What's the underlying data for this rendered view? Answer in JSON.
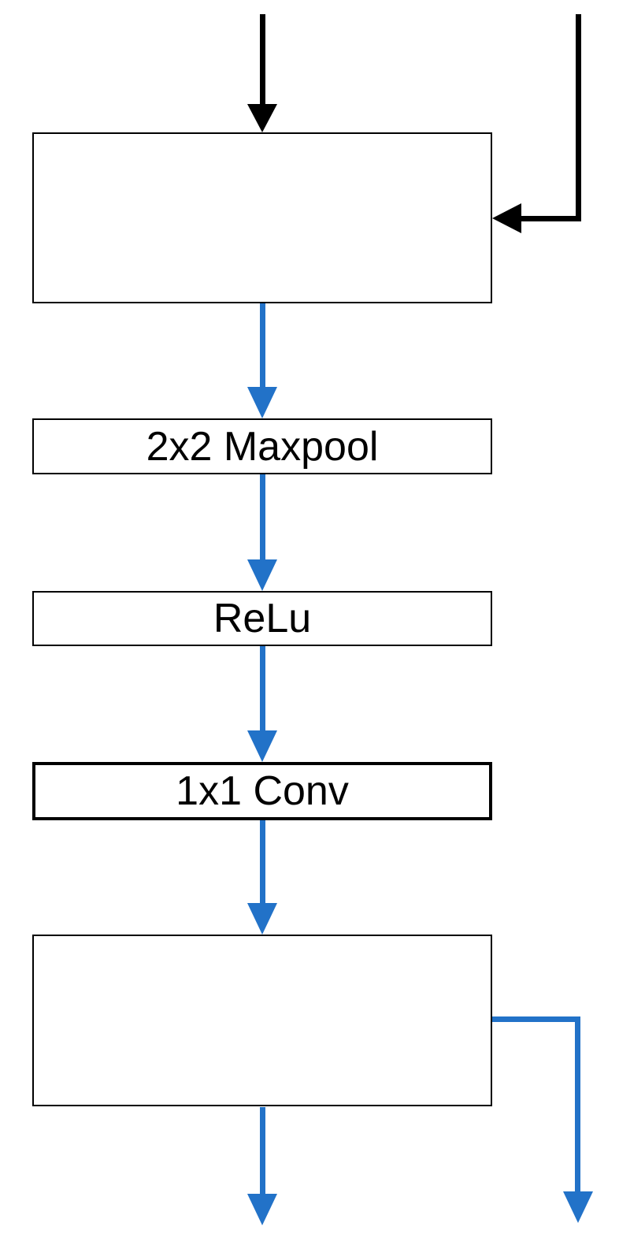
{
  "diagram": {
    "type": "flowchart",
    "description": "Neural-network block diagram with residual-style skip connections",
    "nodes": [
      {
        "id": "input-block",
        "label": ""
      },
      {
        "id": "maxpool",
        "label": "2x2 Maxpool"
      },
      {
        "id": "relu",
        "label": "ReLu"
      },
      {
        "id": "conv",
        "label": "1x1 Conv"
      },
      {
        "id": "output-block",
        "label": ""
      }
    ],
    "edges": [
      {
        "from": "external-input",
        "to": "input-block",
        "color": "black",
        "shape": "straight-down"
      },
      {
        "from": "external-skip-input",
        "to": "input-block",
        "color": "black",
        "shape": "elbow-into-right-side"
      },
      {
        "from": "input-block",
        "to": "maxpool",
        "color": "blue",
        "shape": "straight-down"
      },
      {
        "from": "maxpool",
        "to": "relu",
        "color": "blue",
        "shape": "straight-down"
      },
      {
        "from": "relu",
        "to": "conv",
        "color": "blue",
        "shape": "straight-down"
      },
      {
        "from": "conv",
        "to": "output-block",
        "color": "blue",
        "shape": "straight-down"
      },
      {
        "from": "output-block",
        "to": "external-output",
        "color": "blue",
        "shape": "straight-down"
      },
      {
        "from": "output-block",
        "to": "external-skip-output",
        "color": "blue",
        "shape": "elbow-from-right-side"
      }
    ],
    "colors": {
      "connector_black": "#000000",
      "connector_blue": "#2272C8",
      "box_fill": "#ffffff",
      "box_border": "#000000",
      "background": "#ffffff"
    }
  }
}
